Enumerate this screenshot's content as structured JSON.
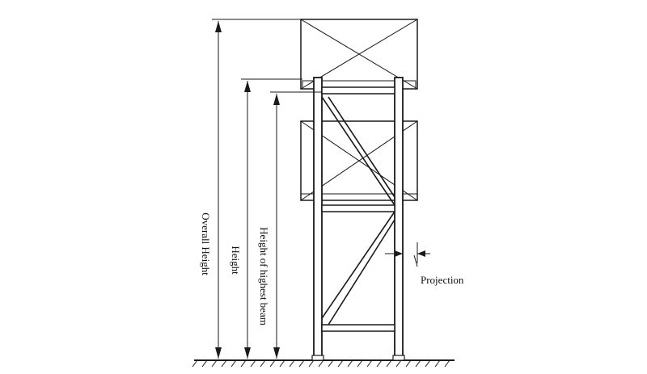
{
  "labels": {
    "overall_height": "Overall Height",
    "height": "Height",
    "highest_beam": "Height of highest beam",
    "projection": "Projection"
  },
  "colors": {
    "line": "#1a1a1a",
    "background": "#ffffff"
  }
}
